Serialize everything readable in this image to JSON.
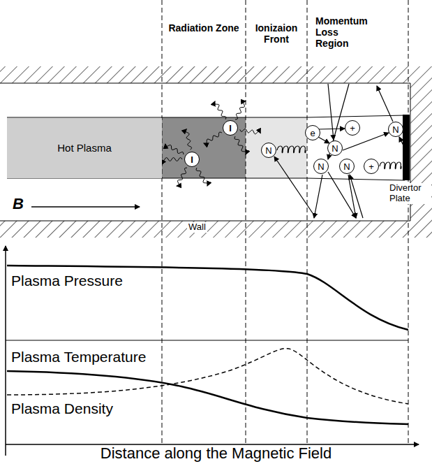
{
  "diagram": {
    "nodes": [
      {
        "text": [
          "Hot Plasma"
        ]
      },
      {
        "text": [
          "I"
        ]
      },
      {
        "text": [
          "I"
        ]
      },
      {
        "text": [
          "N"
        ]
      },
      {
        "text": [
          "e"
        ]
      },
      {
        "text": [
          "N"
        ]
      },
      {
        "text": [
          "N"
        ]
      },
      {
        "text": [
          "N"
        ]
      },
      {
        "text": [
          "+"
        ]
      },
      {
        "text": [
          "+"
        ]
      },
      {
        "text": [
          "N"
        ]
      }
    ],
    "labels": [
      "Radiation Zone",
      "Ionizaion Front",
      "Momentum Loss Region",
      "B",
      "Wall",
      "Divertor Plate",
      "Plasma Pressure",
      "Plasma Temperature",
      "Plasma Density",
      "Distance along the Magnetic Field"
    ]
  }
}
